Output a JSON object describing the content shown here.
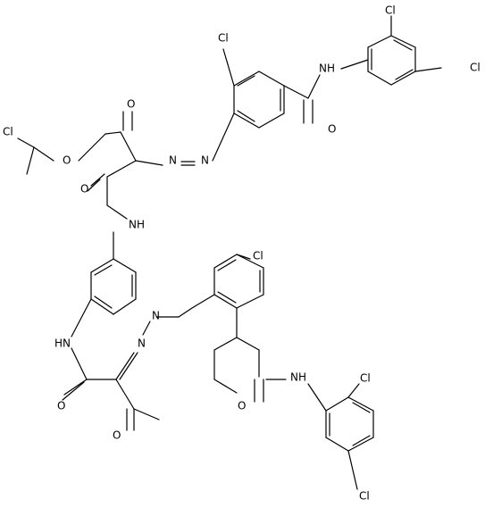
{
  "labels": {
    "cl": "Cl",
    "o": "O",
    "n": "N",
    "nh": "NH",
    "hn": "HN"
  }
}
